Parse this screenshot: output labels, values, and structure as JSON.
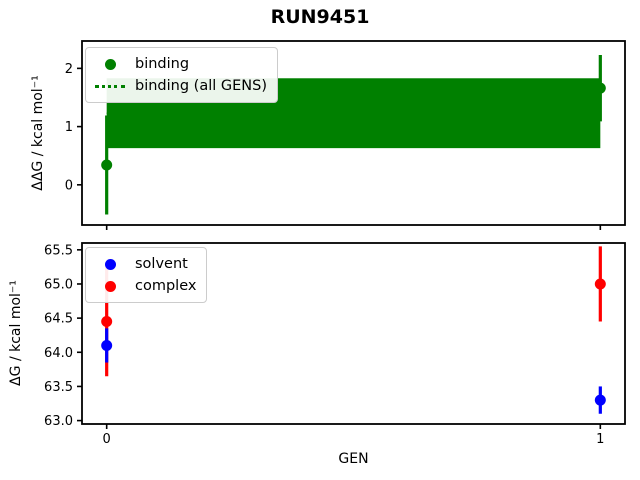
{
  "title": "RUN9451",
  "chart_data": [
    {
      "type": "scatter",
      "ylabel": "ΔΔG / kcal mol⁻¹",
      "xlabel": "",
      "x": [
        0,
        1
      ],
      "xlim": [
        -0.05,
        1.05
      ],
      "ylim": [
        -0.69,
        2.47
      ],
      "yticks": [
        {
          "v": 0,
          "label": "0"
        },
        {
          "v": 1,
          "label": "1"
        },
        {
          "v": 2,
          "label": "2"
        }
      ],
      "xticks": [
        {
          "v": 0,
          "label": ""
        },
        {
          "v": 1,
          "label": ""
        }
      ],
      "grid": false,
      "legend_position": "upper left",
      "series": [
        {
          "name": "binding",
          "marker": "circle",
          "color": "#008000",
          "values": [
            0.34,
            1.66
          ],
          "yerr": [
            0.85,
            0.57
          ]
        }
      ],
      "band": {
        "name": "binding (all GENS)",
        "color": "#008000",
        "low": 0.63,
        "high": 1.83,
        "center": 1.23,
        "center_line_style": "dotted"
      }
    },
    {
      "type": "scatter",
      "ylabel": "ΔG / kcal mol⁻¹",
      "xlabel": "GEN",
      "x": [
        0,
        1
      ],
      "xlim": [
        -0.05,
        1.05
      ],
      "ylim": [
        62.95,
        65.6
      ],
      "yticks": [
        {
          "v": 63.0,
          "label": "63.0"
        },
        {
          "v": 63.5,
          "label": "63.5"
        },
        {
          "v": 64.0,
          "label": "64.0"
        },
        {
          "v": 64.5,
          "label": "64.5"
        },
        {
          "v": 65.0,
          "label": "65.0"
        },
        {
          "v": 65.5,
          "label": "65.5"
        }
      ],
      "xticks": [
        {
          "v": 0,
          "label": "0"
        },
        {
          "v": 1,
          "label": "1"
        }
      ],
      "grid": false,
      "legend_position": "upper left",
      "series": [
        {
          "name": "solvent",
          "marker": "circle",
          "color": "#0000ff",
          "values": [
            64.1,
            63.3
          ],
          "yerr": [
            0.25,
            0.2
          ]
        },
        {
          "name": "complex",
          "marker": "circle",
          "color": "#ff0000",
          "values": [
            64.45,
            65.0
          ],
          "yerr": [
            0.8,
            0.55
          ]
        }
      ]
    }
  ]
}
